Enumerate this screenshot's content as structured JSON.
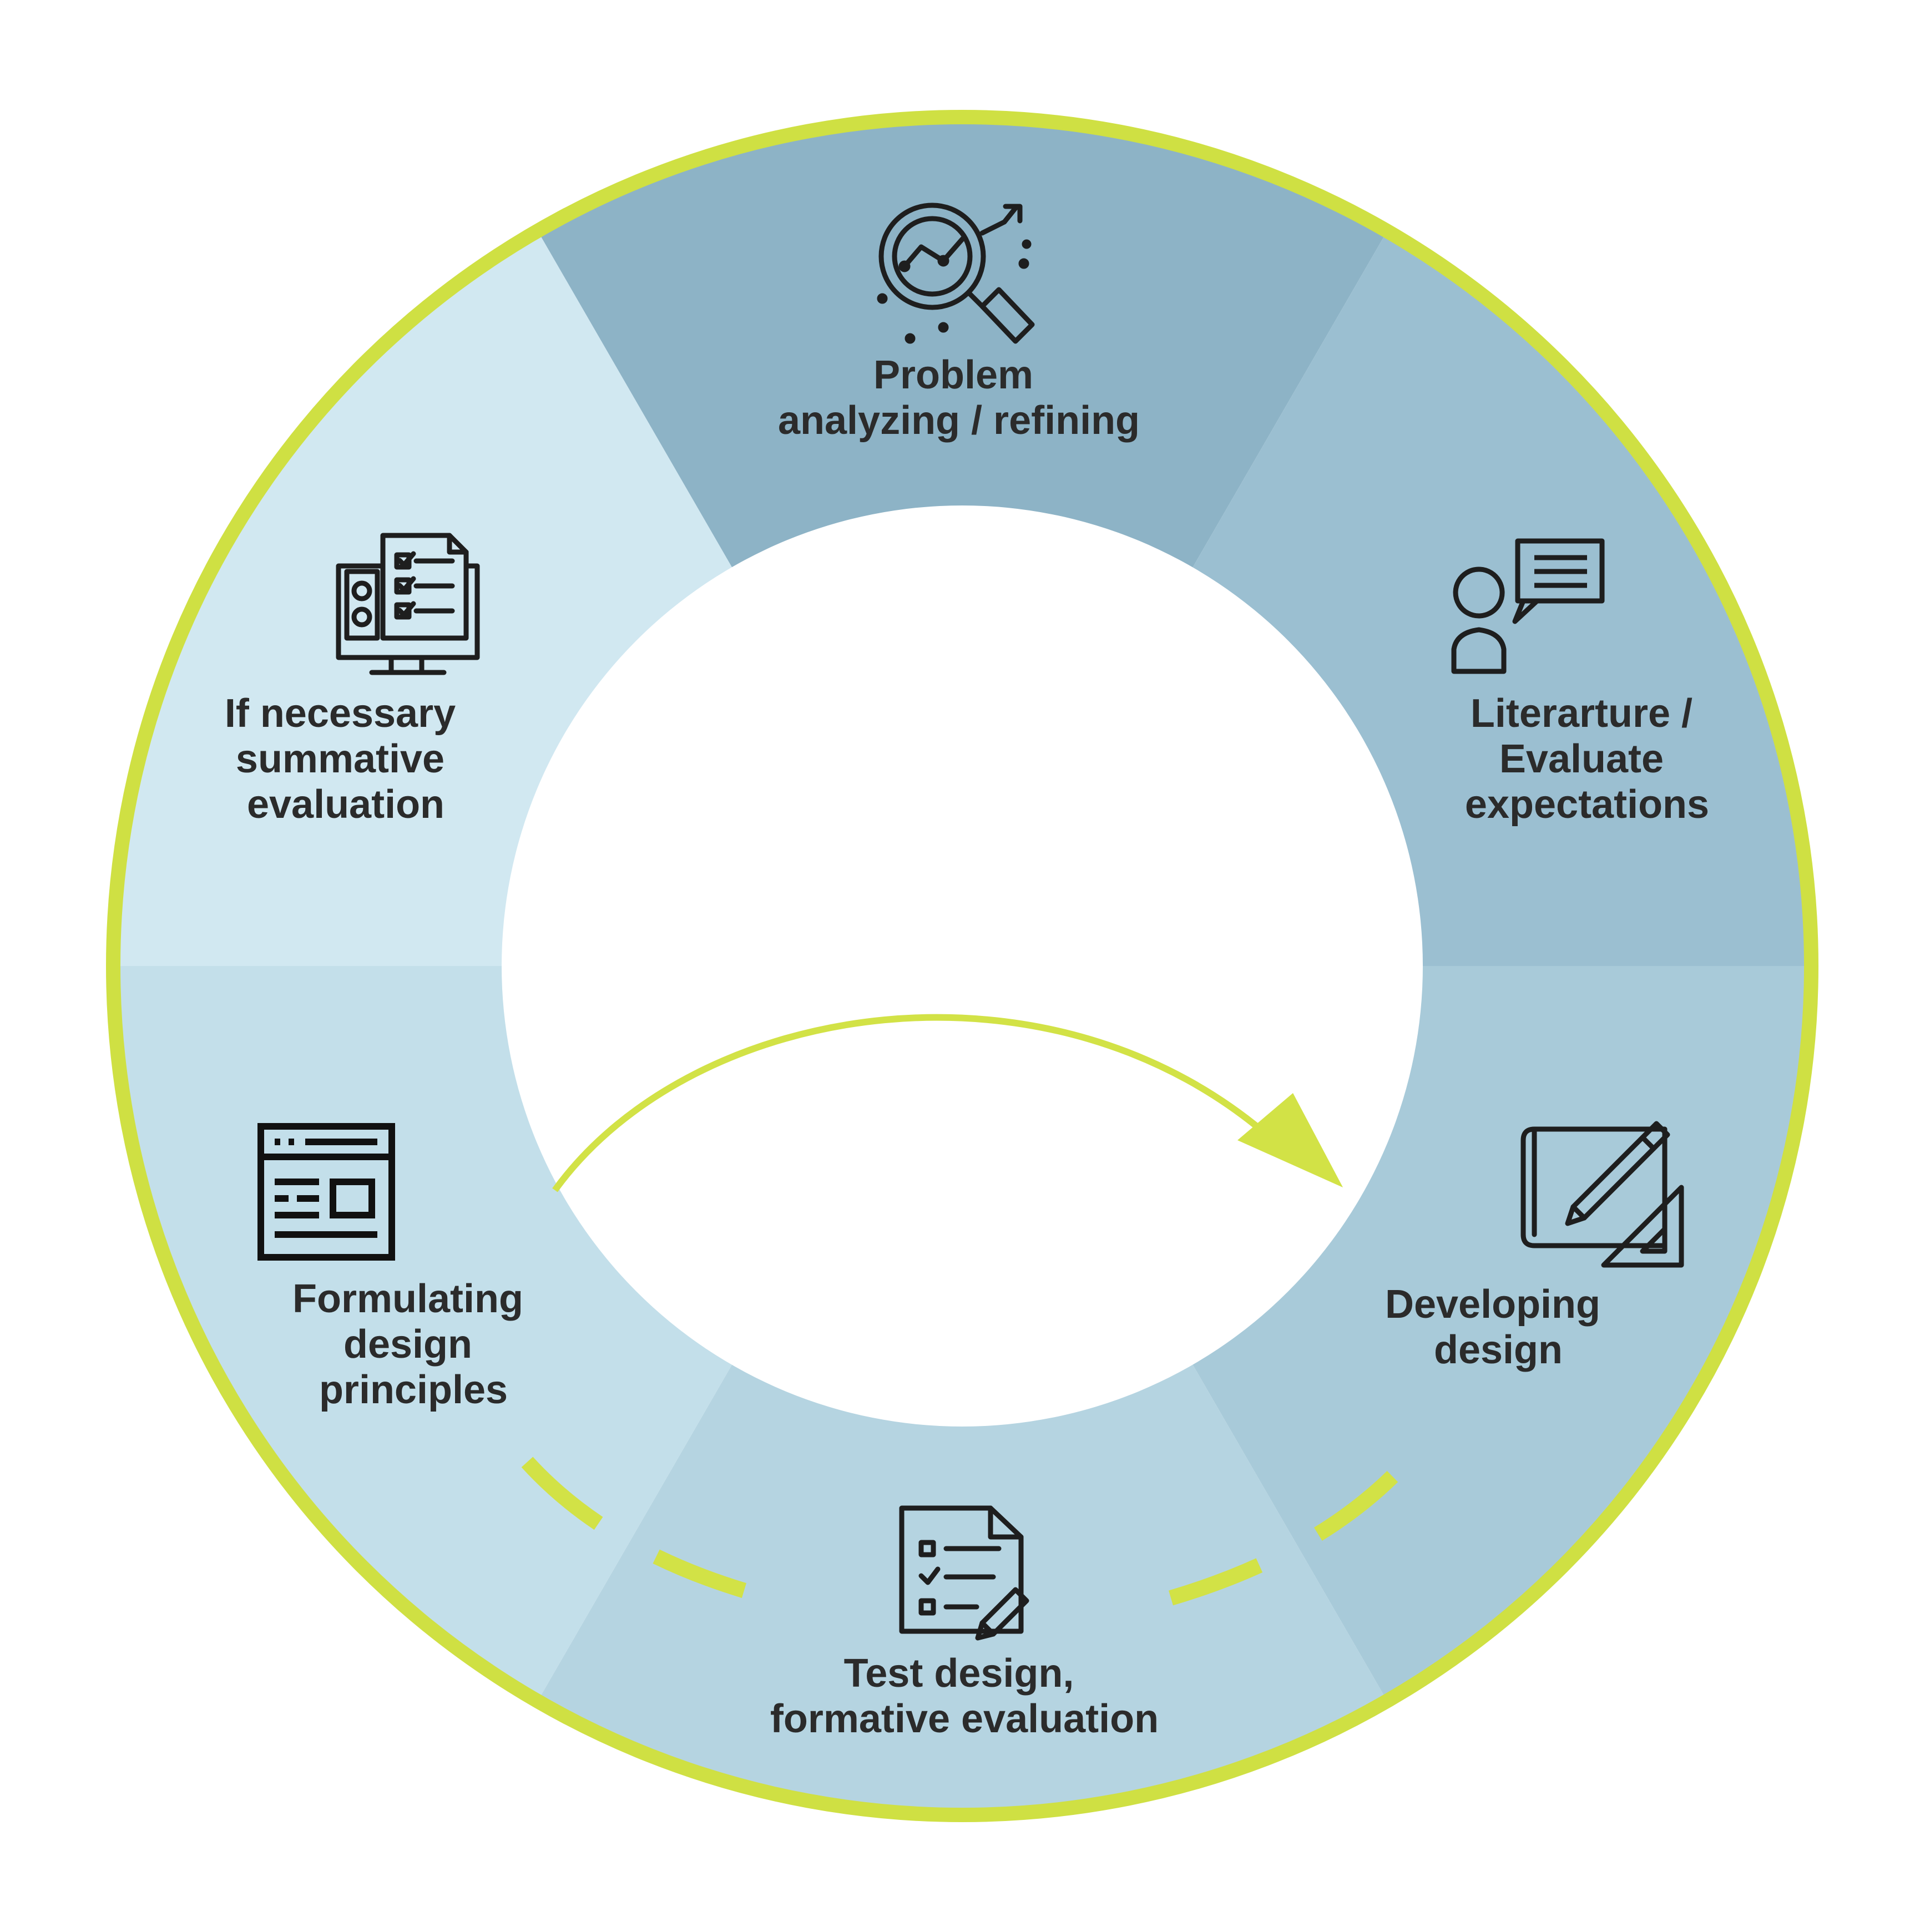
{
  "colors": {
    "ring_outline": "#cfe043",
    "arrow": "#d2e246",
    "segment_top": "#8db3c6",
    "segment_upper_right": "#9bbfd1",
    "segment_lower_right": "#a8cad9",
    "segment_bottom": "#b5d4e1",
    "segment_lower_left": "#c3dfea",
    "segment_upper_left": "#d1e8f1",
    "center": "#ffffff",
    "text": "#2b2b2b"
  },
  "segments": [
    {
      "key": "top",
      "icon": "magnifier-chart-icon",
      "lines": [
        "Problem",
        "analyzing / refining"
      ]
    },
    {
      "key": "upper_right",
      "icon": "person-speech-bubble-icon",
      "lines": [
        "Literarture /",
        "Evaluate",
        "expectations"
      ]
    },
    {
      "key": "lower_right",
      "icon": "blueprint-pencil-icon",
      "lines": [
        "Developing",
        "design"
      ]
    },
    {
      "key": "bottom",
      "icon": "checklist-document-icon",
      "lines": [
        "Test design,",
        "formative evaluation"
      ]
    },
    {
      "key": "lower_left",
      "icon": "web-layout-icon",
      "lines": [
        "Formulating",
        "design",
        "principles"
      ]
    },
    {
      "key": "upper_left",
      "icon": "monitor-survey-icon",
      "lines": [
        "If necessary",
        "summative",
        "evaluation"
      ]
    }
  ]
}
